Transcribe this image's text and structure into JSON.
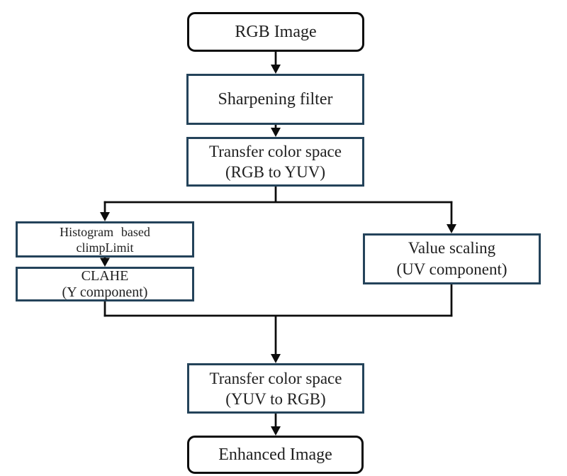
{
  "diagram": {
    "type": "flowchart",
    "background": "#ffffff",
    "colors": {
      "process_box_border": "#24435a",
      "terminal_box_border": "#0c0c0c",
      "connector": "#0c0c0c",
      "text": "#1f1f1f",
      "box_fill": "#ffffff"
    },
    "nodes": [
      {
        "id": "rgb-image",
        "shape": "rounded",
        "lines": [
          "RGB Image"
        ]
      },
      {
        "id": "sharpening-filter",
        "shape": "rect",
        "lines": [
          "Sharpening filter"
        ]
      },
      {
        "id": "transfer-rgb-to-yuv",
        "shape": "rect",
        "lines": [
          "Transfer color space",
          "(RGB to YUV)"
        ]
      },
      {
        "id": "histogram-based-climplimit",
        "shape": "rect",
        "lines": [
          "Histogram based",
          "climpLimit"
        ]
      },
      {
        "id": "clahe-y-component",
        "shape": "rect",
        "lines": [
          "CLAHE",
          "(Y component)"
        ]
      },
      {
        "id": "value-scaling-uv-component",
        "shape": "rect",
        "lines": [
          "Value scaling",
          "(UV component)"
        ]
      },
      {
        "id": "transfer-yuv-to-rgb",
        "shape": "rect",
        "lines": [
          "Transfer color space",
          "(YUV to RGB)"
        ]
      },
      {
        "id": "enhanced-image",
        "shape": "rounded",
        "lines": [
          "Enhanced Image"
        ]
      }
    ],
    "edges": [
      {
        "from": "rgb-image",
        "to": "sharpening-filter"
      },
      {
        "from": "sharpening-filter",
        "to": "transfer-rgb-to-yuv"
      },
      {
        "from": "transfer-rgb-to-yuv",
        "to": "histogram-based-climplimit"
      },
      {
        "from": "transfer-rgb-to-yuv",
        "to": "value-scaling-uv-component"
      },
      {
        "from": "histogram-based-climplimit",
        "to": "clahe-y-component"
      },
      {
        "from": "clahe-y-component",
        "to": "transfer-yuv-to-rgb"
      },
      {
        "from": "value-scaling-uv-component",
        "to": "transfer-yuv-to-rgb"
      },
      {
        "from": "transfer-yuv-to-rgb",
        "to": "enhanced-image"
      }
    ]
  }
}
